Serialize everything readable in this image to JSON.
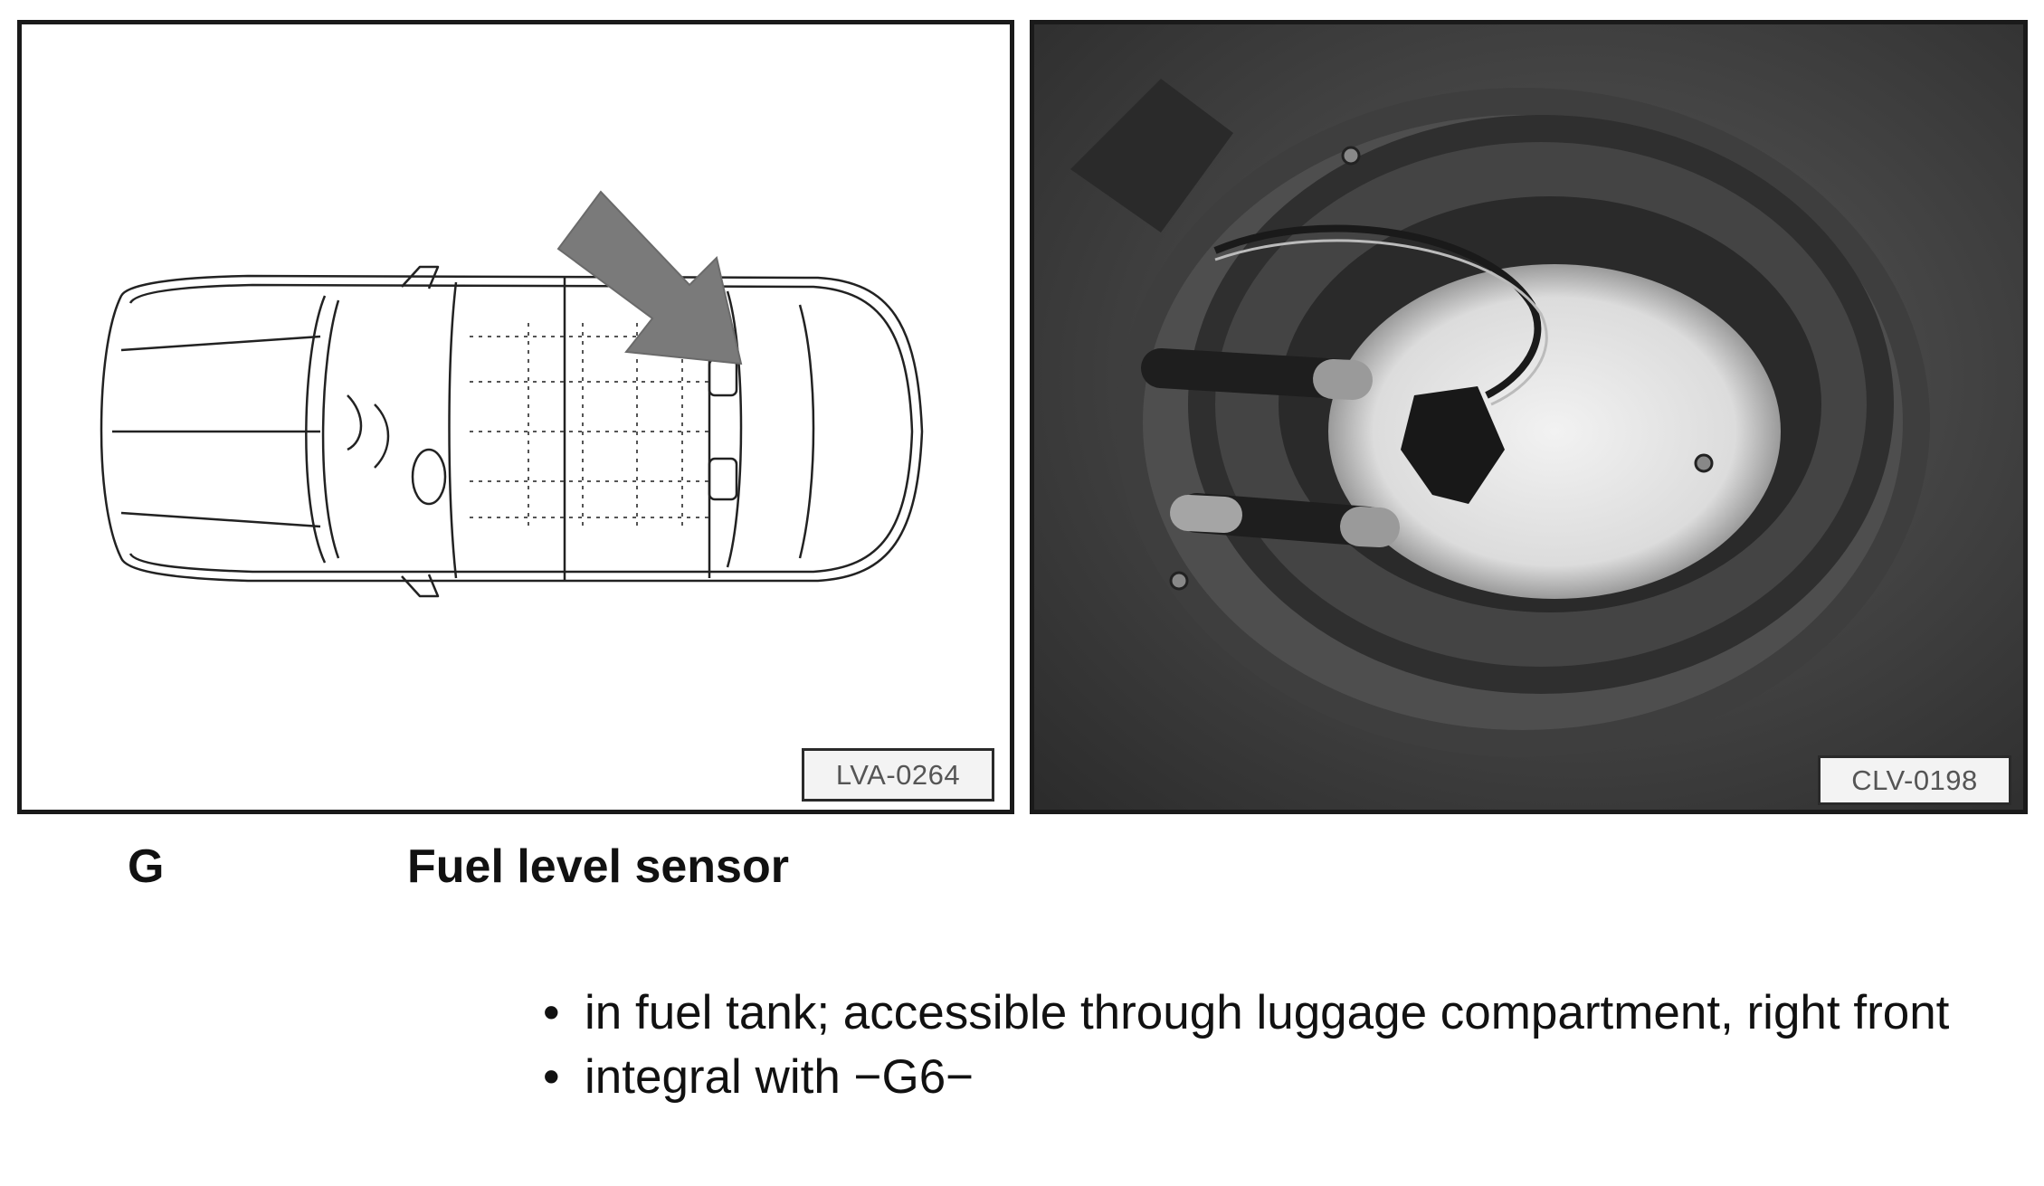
{
  "figures": {
    "left": {
      "label": "LVA-0264",
      "icon": "car-top-view-diagram-icon"
    },
    "right": {
      "label": "CLV-0198",
      "icon": "fuel-sender-photo-icon"
    }
  },
  "component": {
    "code": "G",
    "title": "Fuel level sensor"
  },
  "notes": {
    "bullet": "•",
    "items": [
      "in fuel tank; accessible through luggage compartment, right front",
      "integral with −G6−"
    ]
  }
}
